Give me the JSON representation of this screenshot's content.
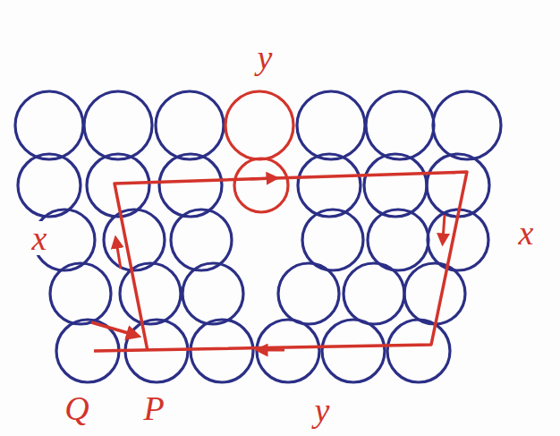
{
  "diagram": {
    "labels": [
      "y",
      "x",
      "x",
      "Q",
      "P",
      "y"
    ]
  }
}
